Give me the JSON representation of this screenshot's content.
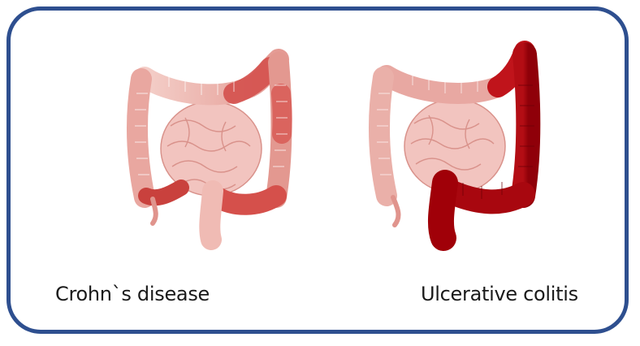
{
  "panels": [
    {
      "id": "crohns",
      "label": "Crohn`s disease"
    },
    {
      "id": "ulcerative-colitis",
      "label": "Ulcerative colitis"
    }
  ],
  "colors": {
    "frame_border": "#2e4f8f",
    "healthy_tissue": "#e8a8a2",
    "healthy_highlight": "#f6d2cc",
    "intestine_fill": "#f2c4bf",
    "inflamed_mild": "#d75a56",
    "inflamed_severe": "#a8070f"
  }
}
